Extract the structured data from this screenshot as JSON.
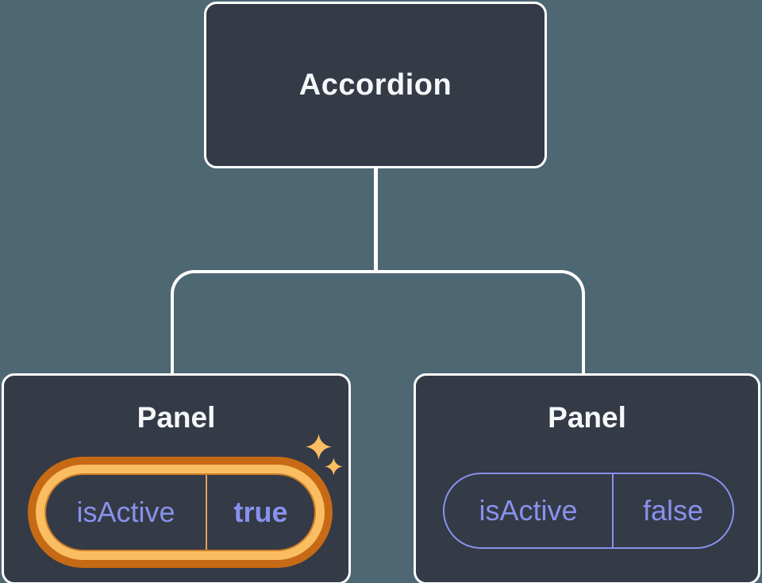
{
  "diagram": {
    "type": "component-tree",
    "background_color": "#4d6773",
    "node_fill": "#343a46",
    "node_border_color": "#ffffff",
    "connector_color": "#ffffff",
    "title_text_color": "#f6f7f9",
    "prop_text_color": "#8891ec",
    "highlight_colors": {
      "outer_ring": "#c76a15",
      "inner_ring": "#fabd62",
      "pill_border": "#ca7b28",
      "divider": "#e2a35a",
      "sparkle": "#fabd62"
    },
    "root": {
      "label": "Accordion"
    },
    "children": [
      {
        "label": "Panel",
        "prop_name": "isActive",
        "prop_value": "true",
        "highlighted": true
      },
      {
        "label": "Panel",
        "prop_name": "isActive",
        "prop_value": "false",
        "highlighted": false
      }
    ]
  }
}
